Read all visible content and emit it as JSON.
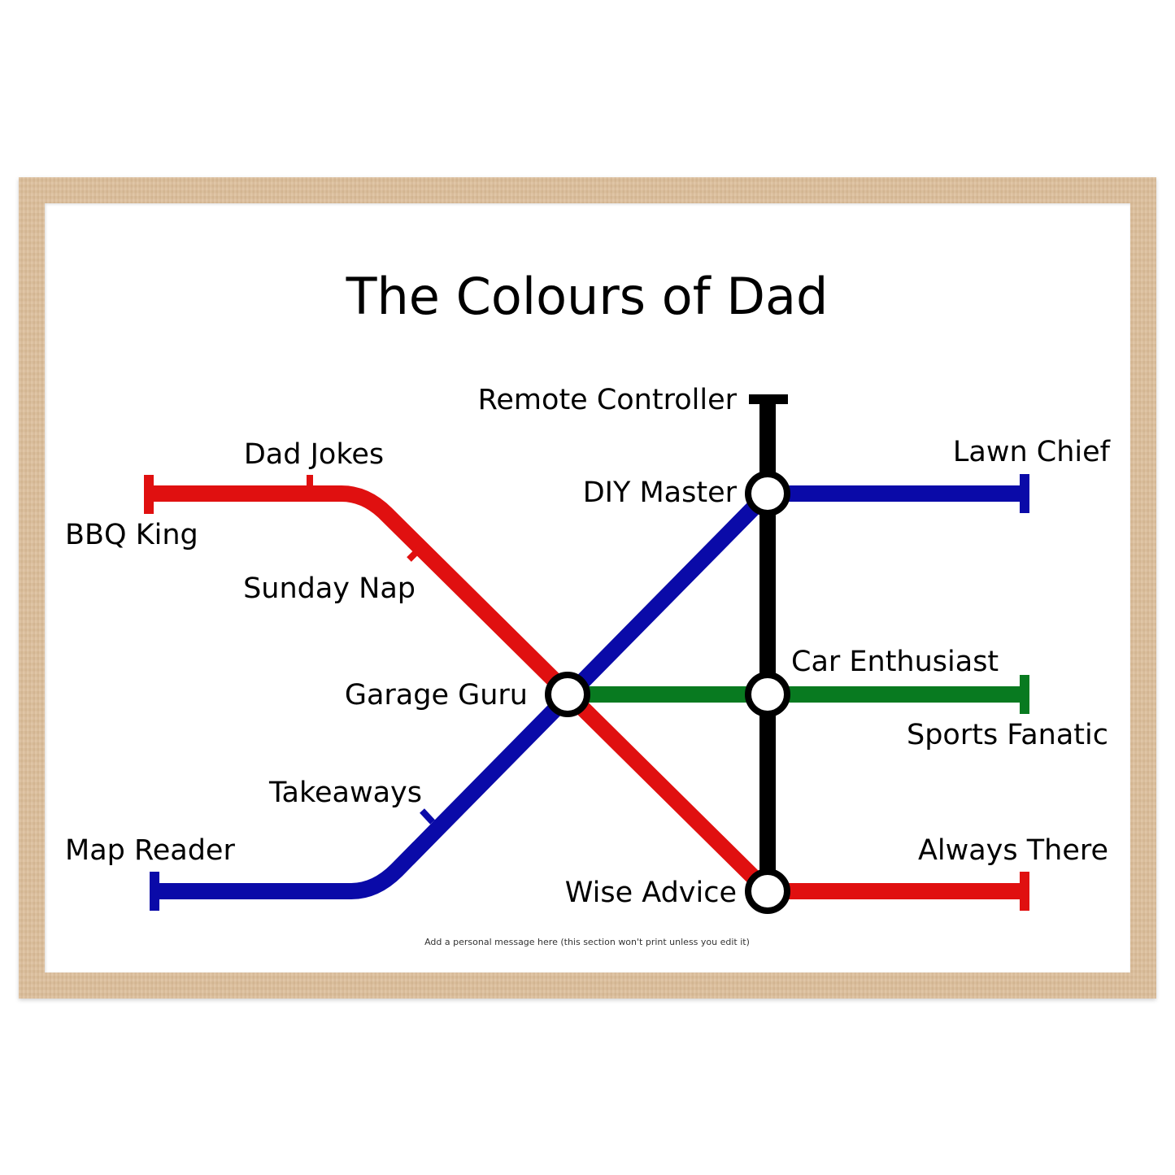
{
  "title": "The Colours of Dad",
  "footer_message": "Add a personal message here (this section won't print unless you edit it)",
  "colors": {
    "red": "#e01010",
    "blue": "#0a0aa8",
    "black": "#000000",
    "green": "#087a20",
    "frame": "#dcbf9c"
  },
  "stations": {
    "remote_controller": "Remote Controller",
    "diy_master": "DIY Master",
    "lawn_chief": "Lawn Chief",
    "dad_jokes": "Dad Jokes",
    "bbq_king": "BBQ King",
    "sunday_nap": "Sunday Nap",
    "garage_guru": "Garage Guru",
    "car_enthusiast": "Car Enthusiast",
    "sports_fanatic": "Sports Fanatic",
    "takeaways": "Takeaways",
    "map_reader": "Map Reader",
    "always_there": "Always There",
    "wise_advice": "Wise Advice"
  }
}
